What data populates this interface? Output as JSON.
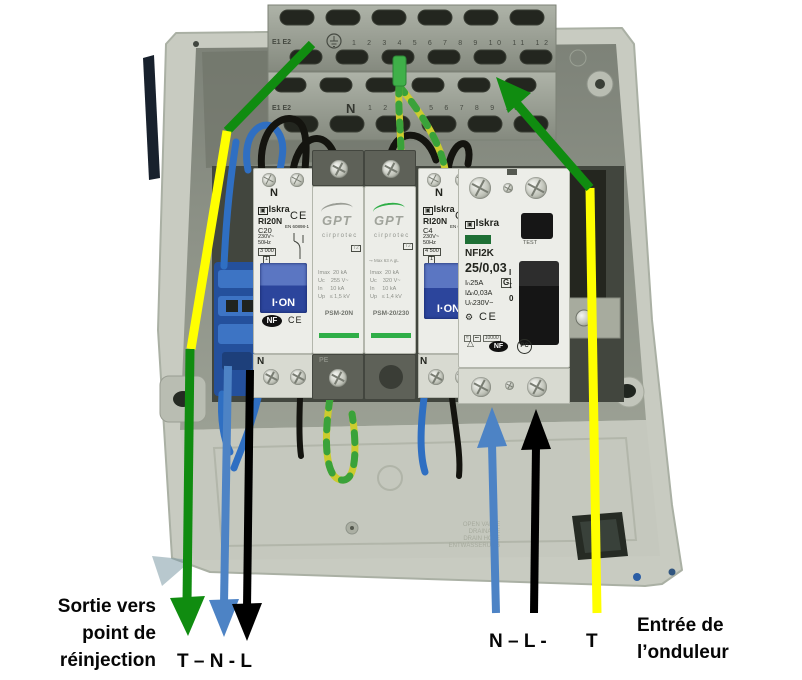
{
  "annotations": {
    "output": {
      "line1": "Sortie vers",
      "line2": "point de",
      "line3": "réinjection",
      "wires": "T – N - L"
    },
    "input": {
      "wires_left": "N – L -",
      "wires_t": "T",
      "line1": "Entrée de",
      "line2": "l’onduleur"
    },
    "colors": {
      "earth_green": "#108c10",
      "earth_yellow": "#ffff00",
      "neutral_blue": "#4d83c5",
      "line_black": "#000000"
    }
  },
  "strip": {
    "earth_label_top": "E1 E2",
    "numbers_top": "1 2 3 4 5 6 7 8 9 10 11 12",
    "earth_label_bottom": "E1 E2",
    "neutral": "N",
    "numbers_bottom": "1 2 3 4 5 6 7 8 9 10"
  },
  "devices": {
    "breaker1": {
      "neutral_mark": "N",
      "brand": "Iskra",
      "model": "RI20N",
      "rating": "C20",
      "voltage": "230V~",
      "frequency": "50Hz",
      "breaking_capacity": "3 000",
      "curve_class": "1",
      "ce": "CE",
      "standard": "EN 60898-1",
      "switch_label": "I·ON",
      "nf": "NF",
      "ce2": "CE",
      "neutral_mark_bottom": "N"
    },
    "spd1": {
      "logo": "GPT",
      "brand": "cirprotec",
      "type": "T2",
      "spec_imax_label": "Imax",
      "spec_imax": "20 kA",
      "spec_uc_label": "Uc",
      "spec_uc": "255 V~",
      "spec_in_label": "In",
      "spec_in": "10 kA",
      "spec_up_label": "Up",
      "spec_up": "≤ 1,5 kV",
      "model": "PSM-20N",
      "pe": "PE"
    },
    "spd2": {
      "logo": "GPT",
      "brand": "cirprotec",
      "type": "T2",
      "fuse": "Max 63 A gL",
      "spec_imax_label": "Imax",
      "spec_imax": "20 kA",
      "spec_uc_label": "Uc",
      "spec_uc": "320 V~",
      "spec_in_label": "In",
      "spec_in": "10 kA",
      "spec_up_label": "Up",
      "spec_up": "≤ 1,4 kV",
      "model": "PSM-20/230"
    },
    "breaker2": {
      "neutral_mark": "N",
      "brand": "Iskra",
      "model": "RI20N",
      "rating": "C4",
      "voltage": "230V~",
      "frequency": "50Hz",
      "breaking_capacity": "4 500",
      "curve_class": "1",
      "ce": "CE",
      "standard": "EN 60898-1",
      "switch_label": "I·ON",
      "neutral_mark_bottom": "N"
    },
    "rcd": {
      "brand": "Iskra",
      "test": "TEST",
      "model": "NFI2K",
      "rating": "25/0,03",
      "in_rating": "Iₙ25A",
      "g": "G",
      "idn": "I∆ₙ0,03A",
      "un": "Uₙ230V~",
      "ce": "CE",
      "on": "I",
      "off": "0",
      "k10000": "10000",
      "nf": "NF",
      "pc": "PC"
    }
  },
  "enclosure": {
    "embossed1": "OPEN VALVE",
    "embossed2": "DRAINAGE",
    "embossed3": "DRAIN HOLE",
    "embossed4": "ENTWÄSSERUNG"
  }
}
